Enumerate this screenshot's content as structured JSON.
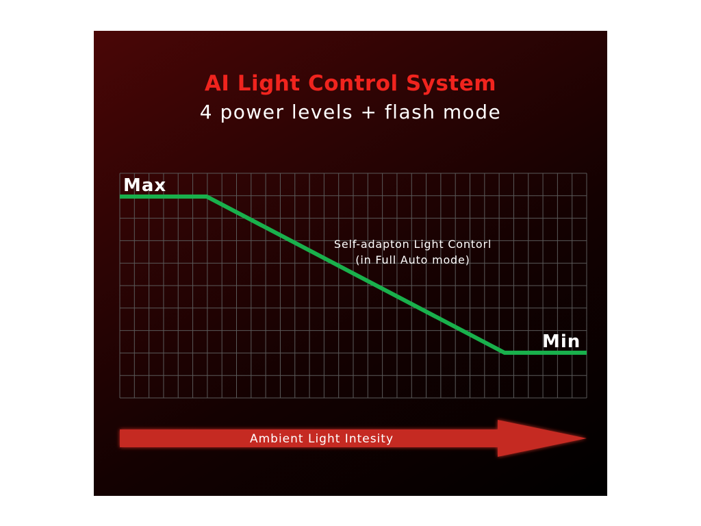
{
  "header": {
    "title": "AI Light Control System",
    "subtitle": "4 power levels + flash mode"
  },
  "diagram": {
    "max_label": "Max",
    "min_label": "Min",
    "curve_label_line1": "Self-adapton Light Contorl",
    "curve_label_line2": "(in Full Auto mode)",
    "axis_label": "Ambient Light Intesity"
  },
  "colors": {
    "background": "#000000",
    "title": "#f0241e",
    "text": "#ffffff",
    "grid": "#5a5a5a",
    "curve": "#19b04c",
    "arrow": "#c52a22"
  }
}
